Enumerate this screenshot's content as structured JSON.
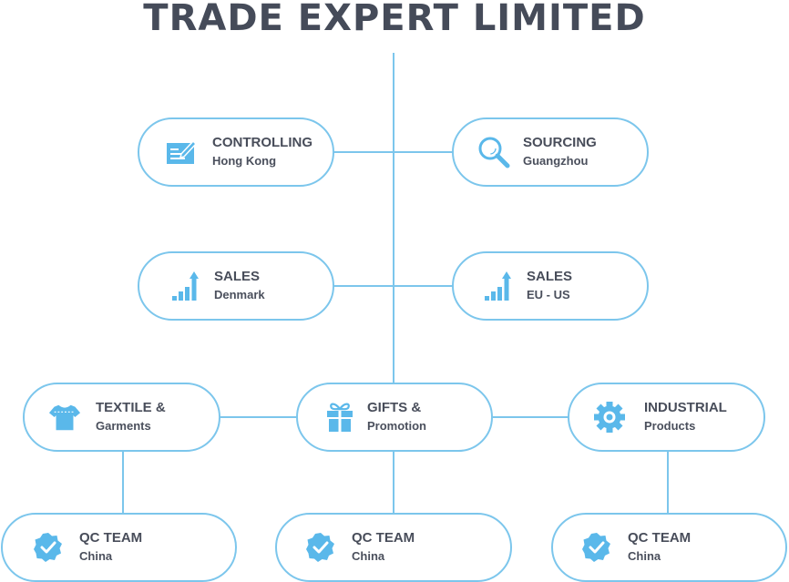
{
  "title": "TRADE EXPERT LIMITED",
  "colors": {
    "line": "#7cc6ec",
    "icon": "#5ab8ea",
    "text": "#474c59"
  },
  "nodes": {
    "controlling": {
      "title": "CONTROLLING",
      "subtitle": "Hong Kong",
      "icon": "edit-document-icon"
    },
    "sourcing": {
      "title": "SOURCING",
      "subtitle": "Guangzhou",
      "icon": "search-icon"
    },
    "sales_dk": {
      "title": "SALES",
      "subtitle": "Denmark",
      "icon": "growth-chart-icon"
    },
    "sales_eu": {
      "title": "SALES",
      "subtitle": "EU - US",
      "icon": "growth-chart-icon"
    },
    "textile": {
      "title": "TEXTILE &",
      "subtitle": "Garments",
      "icon": "tshirt-icon"
    },
    "gifts": {
      "title": "GIFTS &",
      "subtitle": "Promotion",
      "icon": "gift-icon"
    },
    "industrial": {
      "title": "INDUSTRIAL",
      "subtitle": "Products",
      "icon": "gear-icon"
    },
    "qc1": {
      "title": "QC TEAM",
      "subtitle": "China",
      "icon": "verified-badge-icon"
    },
    "qc2": {
      "title": "QC TEAM",
      "subtitle": "China",
      "icon": "verified-badge-icon"
    },
    "qc3": {
      "title": "QC TEAM",
      "subtitle": "China",
      "icon": "verified-badge-icon"
    }
  }
}
